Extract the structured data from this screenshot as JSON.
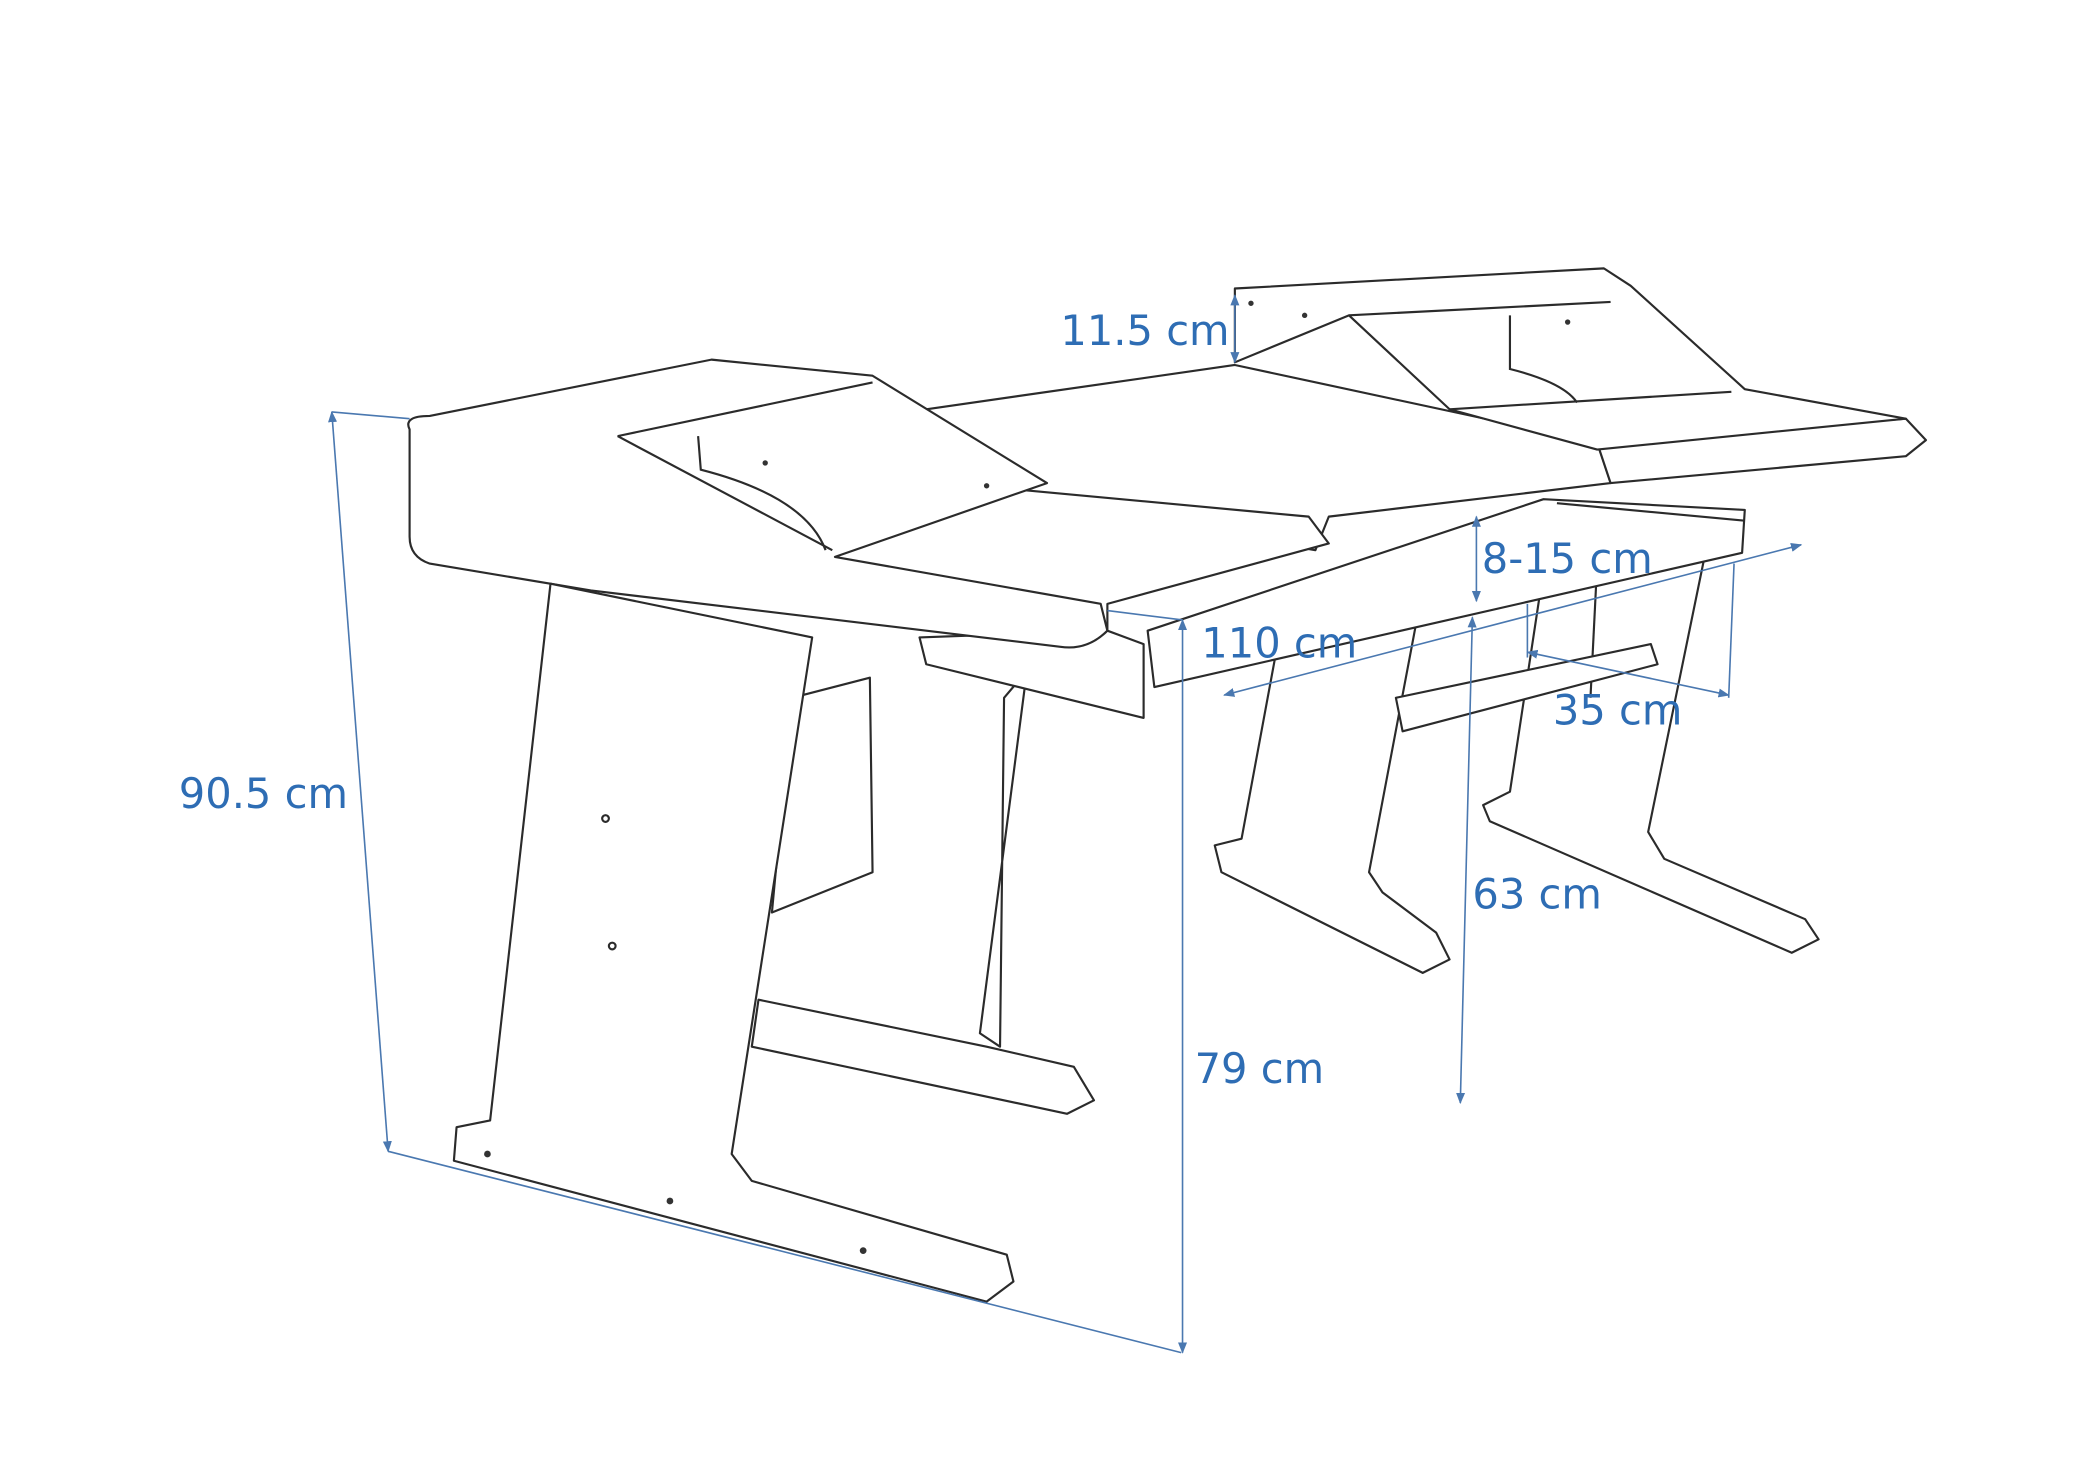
{
  "dimensions": {
    "monitor_shelf_height": "11.5 cm",
    "total_height": "90.5 cm",
    "keyboard_tray_height": "8-15 cm",
    "tray_width": "110 cm",
    "tray_depth": "35 cm",
    "under_tray_clearance": "63 cm",
    "desk_surface_height": "79 cm"
  },
  "colors": {
    "dimension": "#2e6db4",
    "outline": "#2b2b2b"
  }
}
